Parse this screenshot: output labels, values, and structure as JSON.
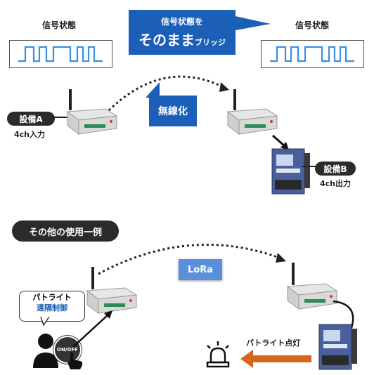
{
  "labels": {
    "signal_state_left": "信号状態",
    "signal_state_right": "信号状態",
    "bridge_line1": "信号状態を",
    "bridge_big": "そのまま",
    "bridge_small": "ブリッジ",
    "wireless": "無線化",
    "device_a": "設備A",
    "device_a_sub": "4ch入力",
    "device_b": "設備B",
    "device_b_sub": "4ch出力",
    "other_use": "その他の使用一例",
    "lora": "LoRa",
    "patlite_line1": "パトライト",
    "patlite_line2": "遠隔制御",
    "on_off": "ON/OFF",
    "patlite_lit": "パトライト点灯"
  },
  "icons": [
    "signal-wave-icon",
    "wireless-module-icon",
    "io-unit-icon",
    "person-icon",
    "finger-press-icon",
    "warning-lamp-icon",
    "arrow-left-icon"
  ],
  "colors": {
    "bridge_blue": "#1c5fb8",
    "lora_blue": "#5a8fdc",
    "signal_wave": "#3a8ee6",
    "arrow_orange": "#d8661a",
    "dark_pill": "#2b2b2b"
  }
}
